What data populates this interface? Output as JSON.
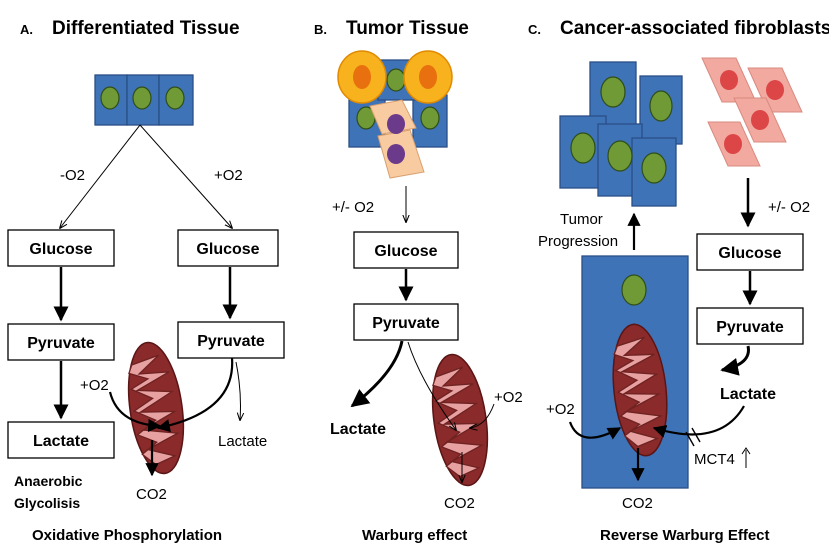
{
  "panels": {
    "a": {
      "letter": "A.",
      "title": "Differentiated Tissue",
      "left_condition": "-O2",
      "right_condition": "+O2",
      "glucose_left": "Glucose",
      "glucose_right": "Glucose",
      "pyruvate_left": "Pyruvate",
      "pyruvate_right": "Pyruvate",
      "lactate_box": "Lactate",
      "oxygen": "+O2",
      "lactate_side": "Lactate",
      "co2": "CO2",
      "anaerobic_line1": "Anaerobic",
      "anaerobic_line2": "Glycolisis",
      "caption": "Oxidative Phosphorylation"
    },
    "b": {
      "letter": "B.",
      "title": "Tumor Tissue",
      "condition": "+/- O2",
      "glucose": "Glucose",
      "pyruvate": "Pyruvate",
      "lactate": "Lactate",
      "oxygen": "+O2",
      "co2": "CO2",
      "caption": "Warburg effect"
    },
    "c": {
      "letter": "C.",
      "title": "Cancer-associated fibroblasts",
      "tumor_line1": "Tumor",
      "tumor_line2": "Progression",
      "condition": "+/- O2",
      "glucose": "Glucose",
      "pyruvate": "Pyruvate",
      "lactate": "Lactate",
      "oxygen": "+O2",
      "co2": "CO2",
      "transporter": "MCT4",
      "caption": "Reverse Warburg Effect"
    }
  },
  "colors": {
    "cell": "#3f73b8",
    "nucleus": "#6f9a36",
    "mitochondrion": "#8a2a2a",
    "cristae": "#e7a1a1",
    "tumor_cell": "#f7b21e",
    "tumor_nucleus": "#e8700f",
    "fibroblast": "#f1a9a0",
    "fibroblast_nucleus": "#dc4646",
    "peach_cell": "#f8cba0",
    "peach_nucleus": "#6b3a8a"
  },
  "icons": [
    "cell-icon",
    "mitochondrion-icon",
    "tumor-cell-icon",
    "fibroblast-icon",
    "up-arrow-icon"
  ]
}
